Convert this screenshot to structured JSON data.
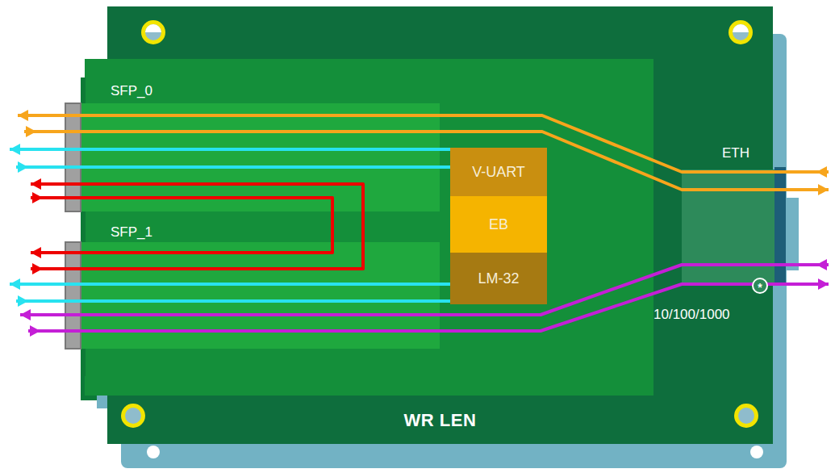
{
  "diagram": {
    "nodes": [
      {
        "text": [
          "WR LEN"
        ]
      },
      {
        "text": [
          "SFP_0"
        ],
        "in": 0
      },
      {
        "text": [
          "SFP_1"
        ],
        "in": 0
      },
      {
        "text": [
          "V-UART"
        ],
        "in": 0
      },
      {
        "text": [
          "EB"
        ],
        "in": 0
      },
      {
        "text": [
          "LM-32"
        ],
        "in": 0
      },
      {
        "text": [
          "ETH"
        ],
        "in": 0
      }
    ],
    "edges": [
      {
        "from": 1,
        "to": 6,
        "arrow": "both"
      },
      {
        "from": 3,
        "to": 1,
        "arrow": "to"
      },
      {
        "from": 1,
        "to": 2,
        "arrow": "both"
      },
      {
        "from": 5,
        "to": 2,
        "arrow": "to"
      },
      {
        "from": 2,
        "to": 6,
        "arrow": "both"
      }
    ],
    "labels": [
      "10/100/1000",
      "*"
    ]
  }
}
